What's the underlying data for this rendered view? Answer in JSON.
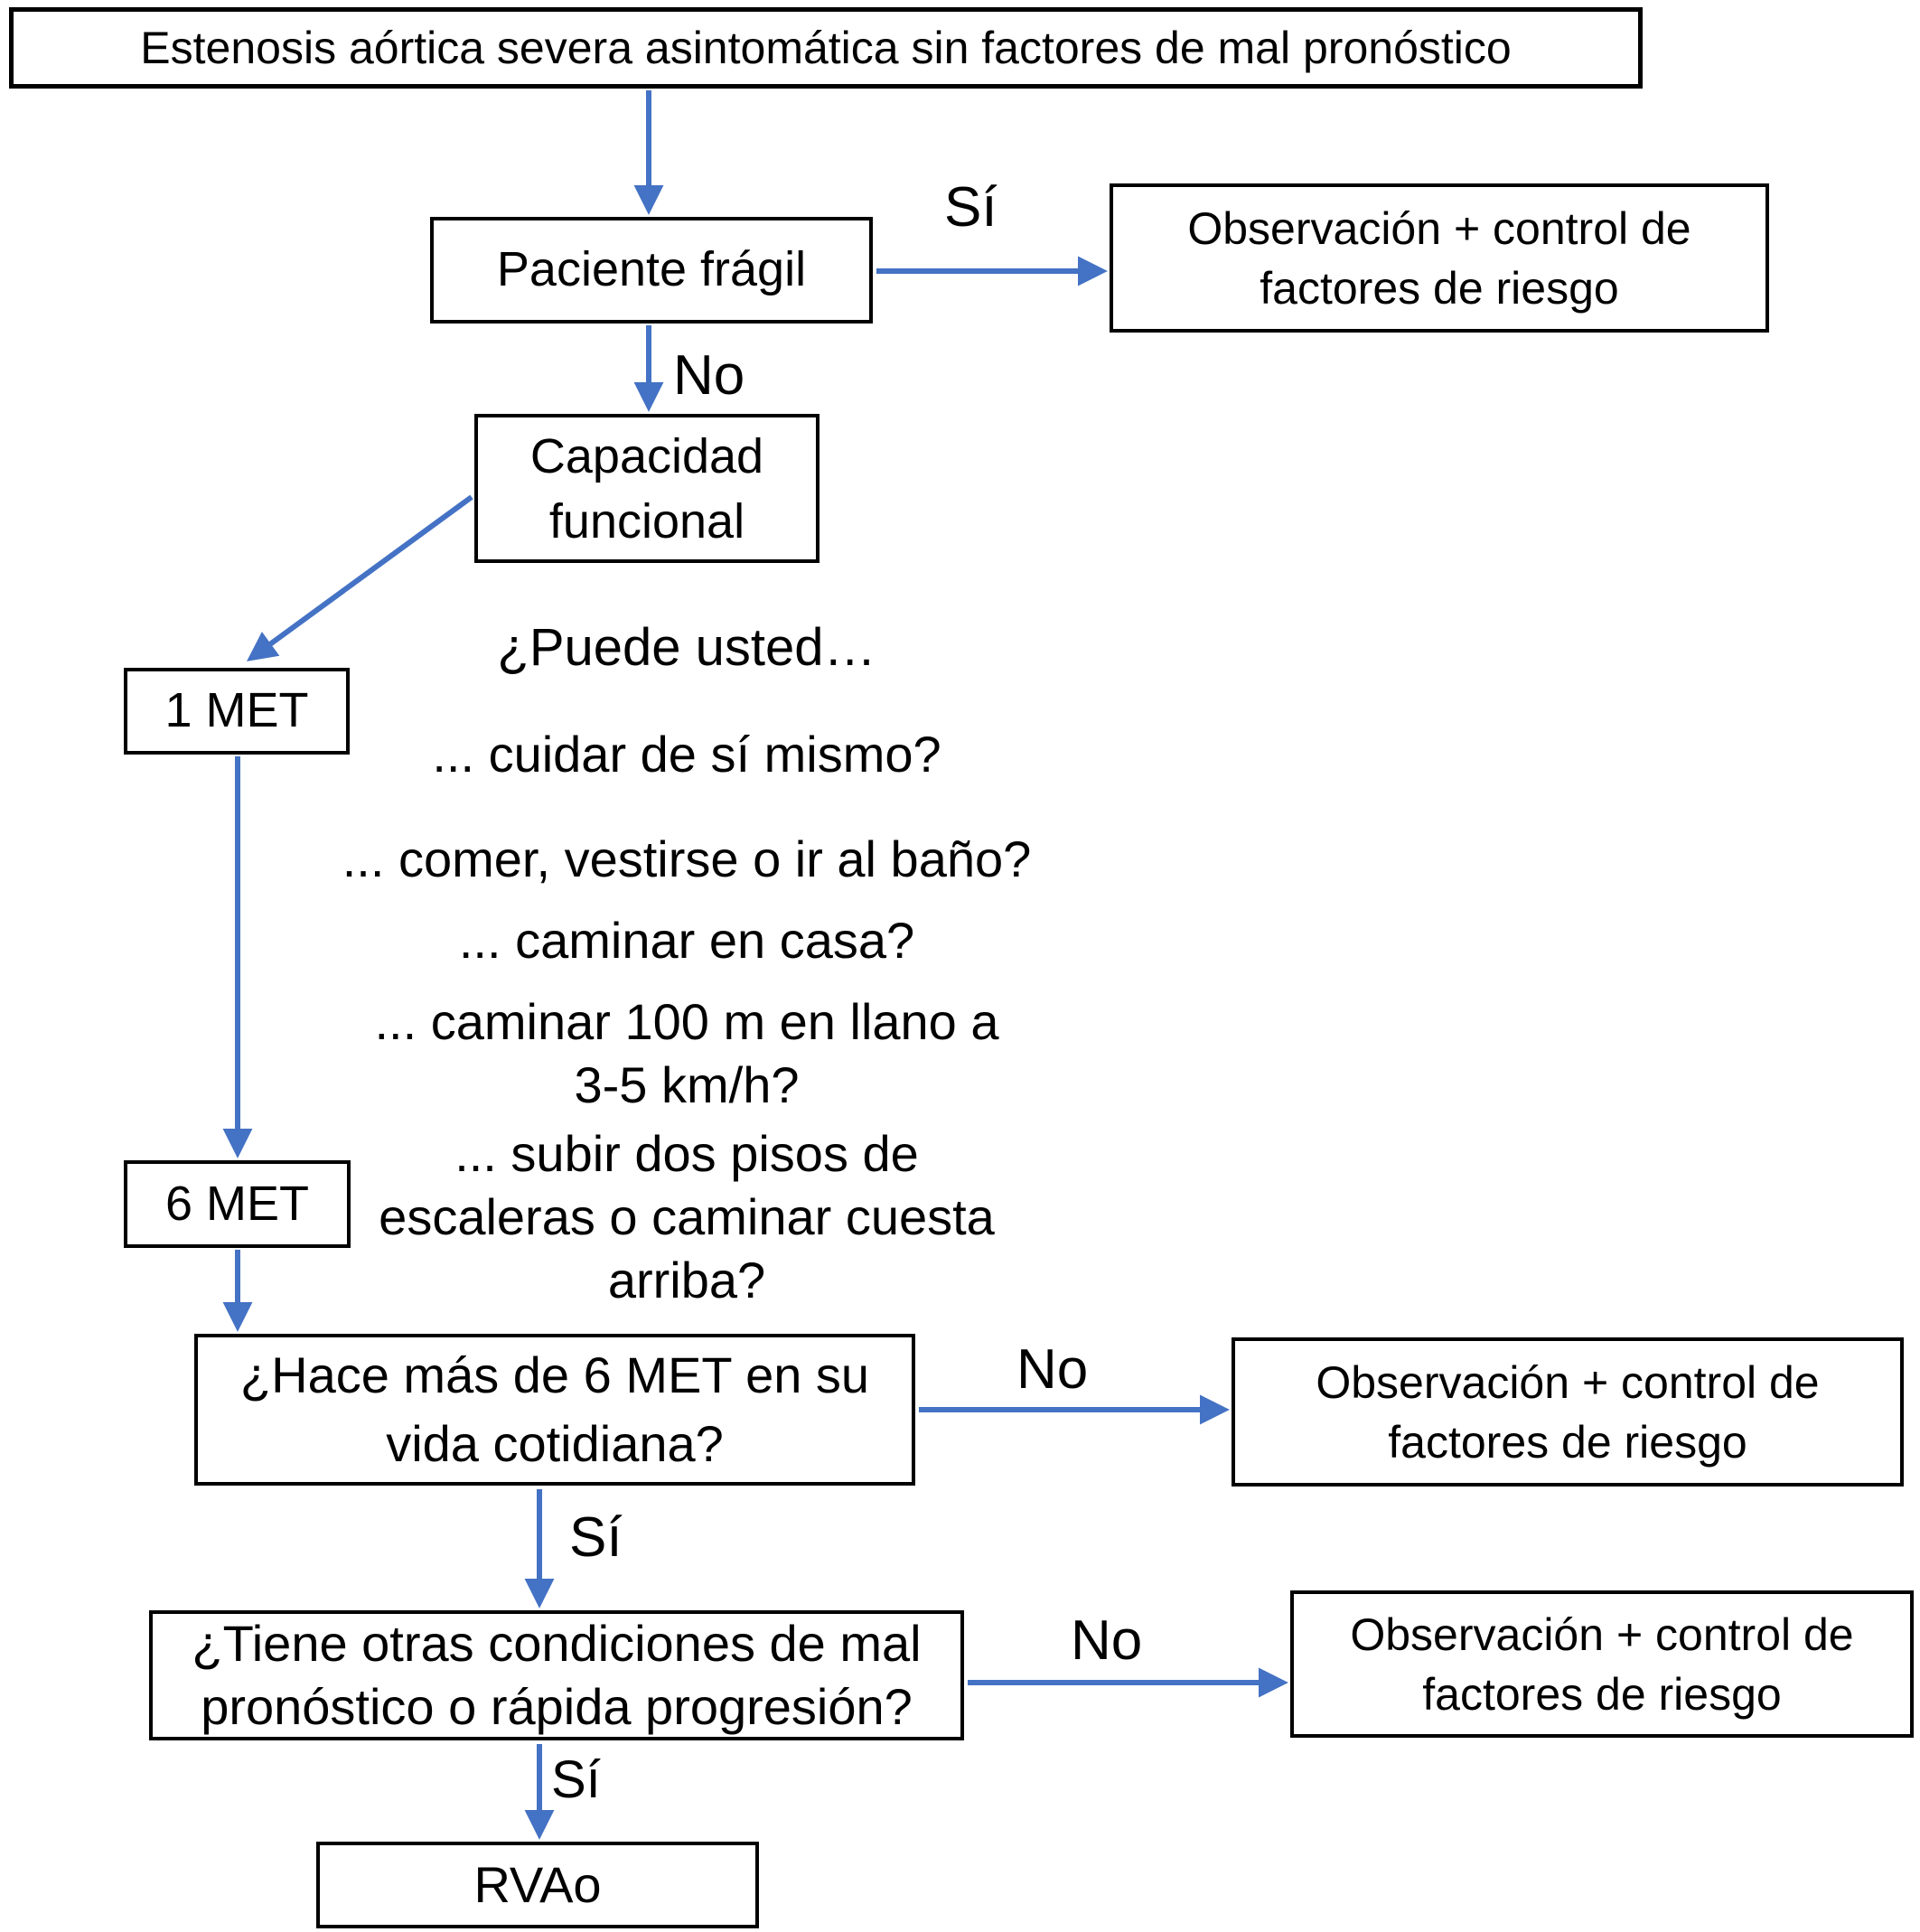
{
  "figure": {
    "background_color": "#ffffff",
    "box_border_color": "#000000",
    "arrow_color": "#4472C4",
    "text_color": "#000000"
  },
  "nodes": {
    "start": {
      "label": "Estenosis aórtica severa asintomática sin factores de mal pronóstico"
    },
    "fragil": {
      "label": "Paciente frágil"
    },
    "obs1": {
      "label": "Observación + control de\nfactores de riesgo"
    },
    "capacidad": {
      "label": "Capacidad\nfuncional"
    },
    "met1": {
      "label": "1 MET"
    },
    "met6": {
      "label": "6 MET"
    },
    "hace6": {
      "label": "¿Hace más de 6 MET en su\nvida cotidiana?"
    },
    "obs2": {
      "label": "Observación + control de\nfactores de riesgo"
    },
    "tiene": {
      "label": "¿Tiene otras condiciones de mal\npronóstico o rápida progresión?"
    },
    "obs3": {
      "label": "Observación + control de\nfactores de riesgo"
    },
    "rvao": {
      "label": "RVAo"
    }
  },
  "edges": {
    "fragil_si": {
      "label": "Sí"
    },
    "fragil_no": {
      "label": "No"
    },
    "hace6_no": {
      "label": "No"
    },
    "hace6_si": {
      "label": "Sí"
    },
    "tiene_no": {
      "label": "No"
    },
    "tiene_si": {
      "label": "Sí"
    }
  },
  "questions": {
    "intro": "¿Puede usted…",
    "q1": "... cuidar de sí mismo?",
    "q2": "... comer, vestirse o ir al baño?",
    "q3": "... caminar en casa?",
    "q4": "... caminar 100 m en llano a\n3-5 km/h?",
    "q5": "... subir dos pisos de\nescaleras o caminar cuesta\narriba?"
  }
}
